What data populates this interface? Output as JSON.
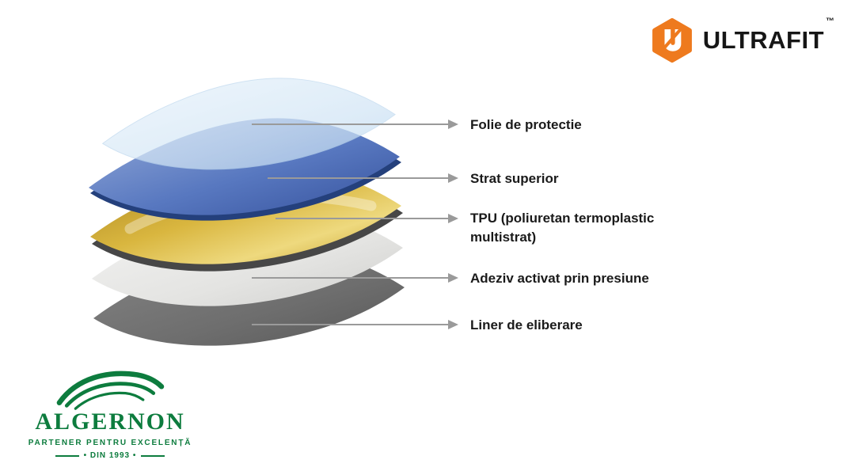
{
  "header": {
    "brand": "ULTRAFIT",
    "trademark": "™",
    "accent_color": "#ee7a1e"
  },
  "diagram": {
    "layers": [
      {
        "label": "Folie de protectie",
        "color": "#cfe3f4"
      },
      {
        "label": "Strat superior",
        "color": "#4a6cb3"
      },
      {
        "label": "TPU (poliuretan termoplastic multistrat)",
        "color": "#d4af37"
      },
      {
        "label": "Adeziv activat prin presiune",
        "color": "#e6e6e6"
      },
      {
        "label": "Liner de eliberare",
        "color": "#6e6e6e"
      }
    ],
    "arrow_color": "#9a9a9a"
  },
  "footer": {
    "brand": "ALGERNON",
    "tagline": "PARTENER PENTRU EXCELENȚĂ",
    "established": "• DIN 1993 •",
    "color": "#0d7c3e"
  }
}
